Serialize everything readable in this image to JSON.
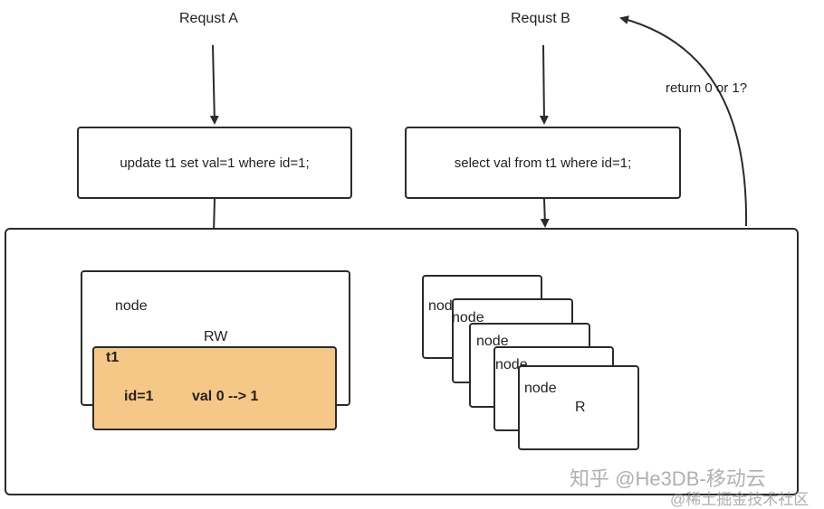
{
  "request_a": {
    "title": "Requst A",
    "sql": "update t1 set val=1 where id=1;"
  },
  "request_b": {
    "title": "Requst B",
    "sql": "select val from t1 where id=1;"
  },
  "return_label": "return 0 or 1?",
  "rw_node": {
    "label": "node",
    "role": "RW",
    "table": {
      "name": "t1",
      "id_text": "id=1",
      "val_text": "val 0 --> 1"
    }
  },
  "r_nodes": {
    "labels": [
      "node",
      "node",
      "node",
      "node",
      "node"
    ],
    "role": "R"
  },
  "watermark": {
    "zhihu": "知乎 @He3DB-移动云",
    "juejin": "@稀土掘金技术社区"
  },
  "colors": {
    "table_fill": "#f6c887",
    "stroke": "#2b2b2b"
  }
}
